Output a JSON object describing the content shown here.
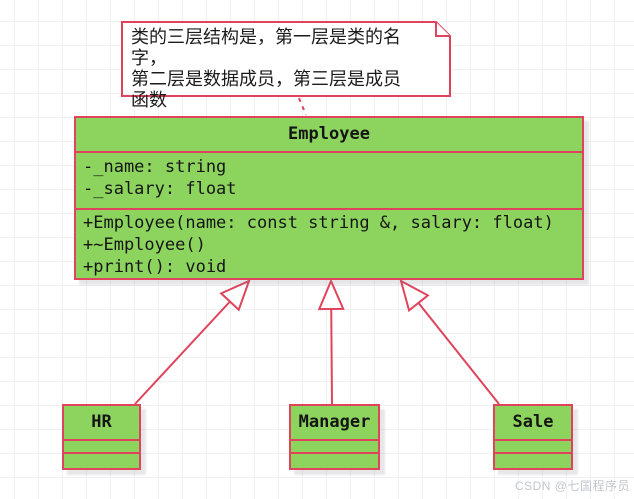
{
  "note": {
    "lines": [
      "类的三层结构是，第一层是类的名字，",
      "第二层是数据成员，第三层是成员",
      "函数"
    ]
  },
  "classes": {
    "employee": {
      "name": "Employee",
      "attributes": [
        "-_name: string",
        "-_salary: float"
      ],
      "methods": [
        "+Employee(name: const string &, salary: float)",
        "+~Employee()",
        "+print(): void"
      ]
    },
    "hr": {
      "name": "HR"
    },
    "manager": {
      "name": "Manager"
    },
    "sale": {
      "name": "Sale"
    }
  },
  "relationships": [
    {
      "from": "HR",
      "to": "Employee",
      "type": "generalization"
    },
    {
      "from": "Manager",
      "to": "Employee",
      "type": "generalization"
    },
    {
      "from": "Sale",
      "to": "Employee",
      "type": "generalization"
    }
  ],
  "watermark": "CSDN @七国程序员",
  "colors": {
    "class_fill": "#8dd45f",
    "stroke": "#e0435c",
    "note_fill": "#ffffff",
    "text": "#151515",
    "grid": "#f1f1f4",
    "watermark": "#c2c6cc"
  }
}
